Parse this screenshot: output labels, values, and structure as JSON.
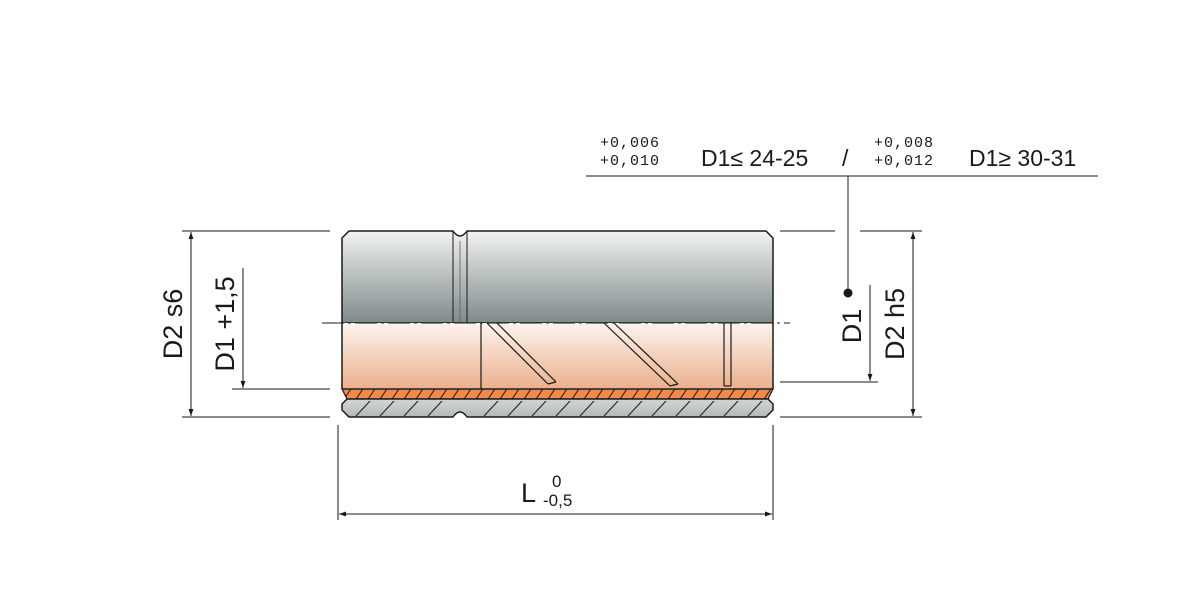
{
  "tolerance_header": {
    "group_1_upper": "+0,006",
    "group_1_lower": "+0,010",
    "group_1_condition": "D1≤ 24-25",
    "separator": "/",
    "group_2_upper": "+0,008",
    "group_2_lower": "+0,012",
    "group_2_condition": "D1≥ 30-31"
  },
  "dimensions": {
    "outer_left": "D2 s6",
    "inner_left": "D1 +1,5",
    "bore": "D1",
    "outer_right": "D2 h5",
    "length": "L",
    "length_tol_upper": "0",
    "length_tol_lower": "-0,5"
  },
  "colors": {
    "line": "#1a1a1a",
    "steel_top": "#e4e6e6",
    "steel_bottom": "#7f8a8a",
    "bronze_top": "#fbeee4",
    "bronze_bottom": "#e6a07a",
    "hatch_fill": "#f08a4a",
    "wall_fill": "#c4c8c8"
  }
}
